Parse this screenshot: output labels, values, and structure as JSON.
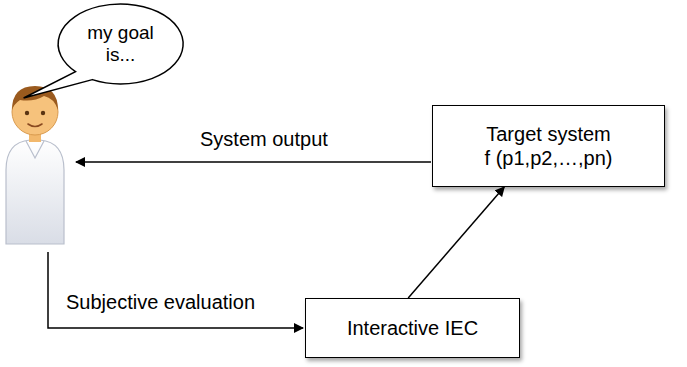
{
  "diagram": {
    "nodes": [
      {
        "text": [
          "my goal is..."
        ]
      },
      {
        "text": [
          "Target system",
          "f (p1,p2,…,pn)"
        ]
      },
      {
        "text": [
          "Interactive IEC"
        ]
      }
    ],
    "edges": [
      {
        "from": 2,
        "to": 1,
        "arrow": "to"
      }
    ],
    "labels": [
      "System output",
      "Subjective evaluation"
    ]
  }
}
